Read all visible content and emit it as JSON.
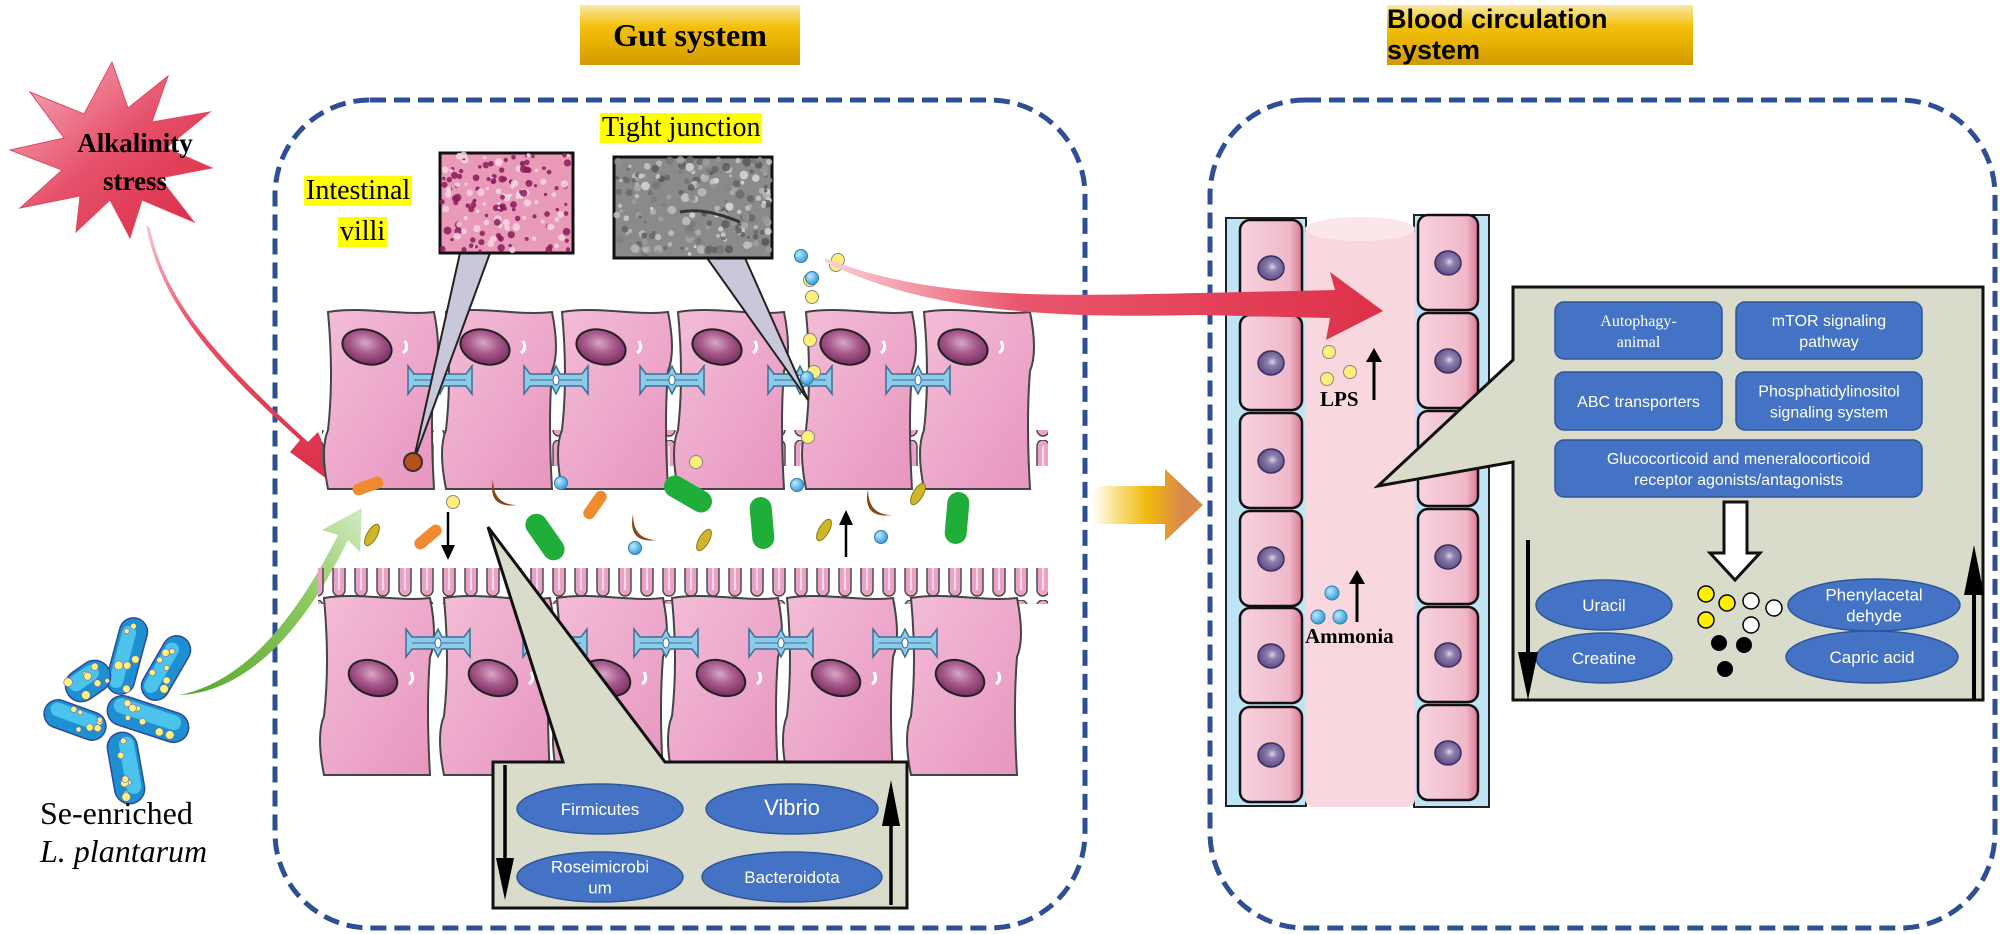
{
  "titles": {
    "gut": "Gut system",
    "blood": "Blood circulation system"
  },
  "stressor": {
    "line1": "Alkalinity",
    "line2": "stress",
    "icon": "starburst-icon"
  },
  "probiotic": {
    "line1": "Se-enriched",
    "line2": "L. plantarum",
    "icon": "bacteria-cluster-icon"
  },
  "gut": {
    "villi_label_line1": "Intestinal",
    "villi_label_line2": "villi",
    "tight_junction_label": "Tight junction",
    "microbiota_panel": {
      "decreased": [
        "Firmicutes",
        "Roseimicrobium"
      ],
      "increased": [
        "Vibrio",
        "Bacteroidota"
      ],
      "items": [
        {
          "label": "Firmicutes",
          "direction": "down"
        },
        {
          "label": "Vibrio",
          "direction": "up"
        },
        {
          "label": "Roseimicrobi\num",
          "direction": "down"
        },
        {
          "label": "Bacteroidota",
          "direction": "up"
        }
      ]
    }
  },
  "blood": {
    "lps_label": "LPS",
    "lps_trend": "up",
    "ammonia_label": "Ammonia",
    "ammonia_trend": "up",
    "pathways": [
      "Autophagy-\nanimal",
      "mTOR signaling\npathway",
      "ABC transporters",
      "Phosphatidylinositol\nsignaling system",
      "Glucocorticoid and meneralocorticoid\nreceptor agonists/antagonists"
    ],
    "metabolites": {
      "decreased": [
        "Uracil",
        "Creatine"
      ],
      "increased": [
        "Phenylacetal\ndehyde",
        "Capric acid"
      ]
    }
  },
  "colors": {
    "dashed_border": "#2e4f96",
    "panel_bg": "#dadccb",
    "oval_fill": "#4472c4",
    "cell_pink": "#eca1c6",
    "nucleus": "#8c3c74",
    "junction_blue": "#8ccbea",
    "stress_red": "#e33650",
    "probiotic_green": "#6cb743",
    "transition_orange": "#d98a4a",
    "highlight_yellow": "#ffff00"
  }
}
